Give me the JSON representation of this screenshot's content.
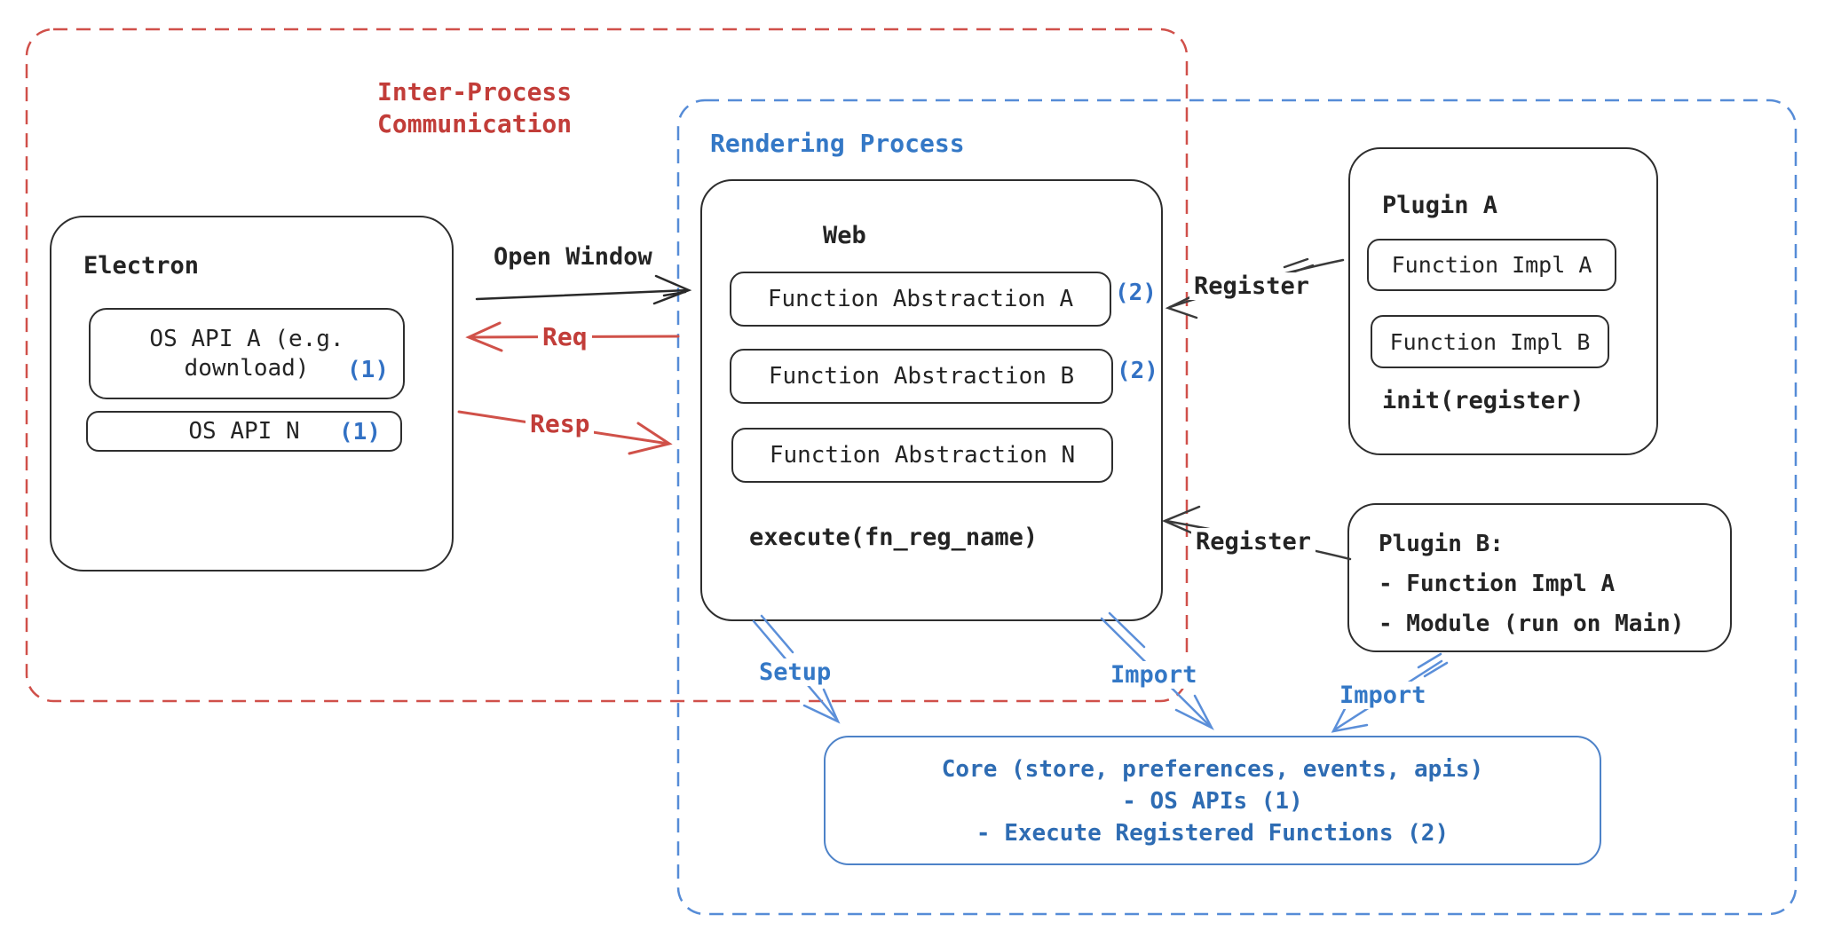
{
  "groups": {
    "ipc": {
      "label": "Inter-Process\nCommunication"
    },
    "rendering": {
      "label": "Rendering Process"
    }
  },
  "electron": {
    "title": "Electron",
    "os_api_a": {
      "label": "OS API A (e.g.\ndownload)",
      "badge": "(1)"
    },
    "os_api_n": {
      "label": "OS API N",
      "badge": "(1)"
    }
  },
  "web": {
    "title": "Web",
    "fa_a": {
      "label": "Function Abstraction A",
      "badge": "(2)"
    },
    "fa_b": {
      "label": "Function Abstraction B",
      "badge": "(2)"
    },
    "fa_n": {
      "label": "Function Abstraction N"
    },
    "footer": "execute(fn_reg_name)"
  },
  "plugin_a": {
    "title": "Plugin A",
    "impl_a": "Function Impl A",
    "impl_b": "Function Impl B",
    "footer": "init(register)"
  },
  "plugin_b": {
    "text": "Plugin B:\n- Function Impl A\n- Module (run on Main)"
  },
  "core": {
    "text": "Core (store, preferences, events, apis)\n- OS APIs (1)\n- Execute Registered Functions (2)"
  },
  "arrow_labels": {
    "open_window": "Open Window",
    "req": "Req",
    "resp": "Resp",
    "register_a": "Register",
    "register_b": "Register",
    "setup": "Setup",
    "import_web": "Import",
    "import_plugin_b": "Import"
  },
  "colors": {
    "red": "#cd4a43",
    "red_text": "#c23d39",
    "blue": "#3478c6",
    "blue_arrow": "#5b8fd9",
    "core_blue": "#2e6cb3",
    "ink": "#2e2e2e"
  }
}
